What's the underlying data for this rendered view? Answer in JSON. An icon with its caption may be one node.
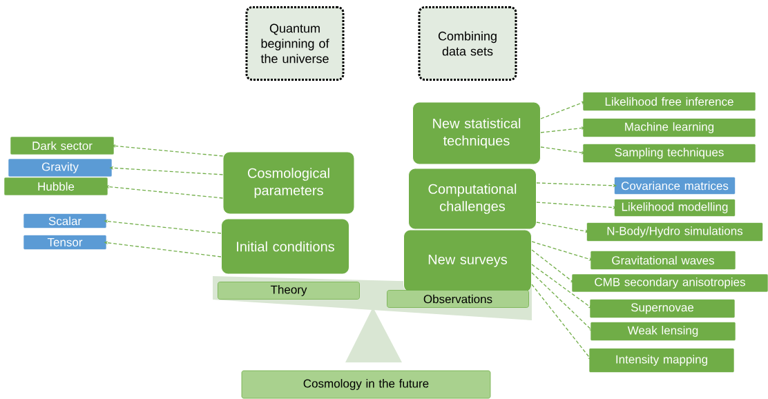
{
  "diagram": {
    "nodes": [
      {
        "text": [
          "Quantum beginning of the universe"
        ]
      },
      {
        "text": [
          "Combining data sets"
        ]
      },
      {
        "text": [
          "Cosmological parameters"
        ]
      },
      {
        "text": [
          "Initial conditions"
        ]
      },
      {
        "text": [
          "New statistical techniques"
        ]
      },
      {
        "text": [
          "Computational challenges"
        ]
      },
      {
        "text": [
          "New surveys"
        ]
      },
      {
        "text": [
          "Theory"
        ]
      },
      {
        "text": [
          "Observations"
        ]
      },
      {
        "text": [
          "Cosmology in the future"
        ]
      },
      {
        "text": [
          "Dark sector"
        ]
      },
      {
        "text": [
          "Gravity"
        ]
      },
      {
        "text": [
          "Hubble"
        ]
      },
      {
        "text": [
          "Scalar"
        ]
      },
      {
        "text": [
          "Tensor"
        ]
      },
      {
        "text": [
          "Likelihood free inference"
        ]
      },
      {
        "text": [
          "Machine learning"
        ]
      },
      {
        "text": [
          "Sampling techniques"
        ]
      },
      {
        "text": [
          "Covariance matrices"
        ]
      },
      {
        "text": [
          "Likelihood modelling"
        ]
      },
      {
        "text": [
          "N-Body/Hydro simulations"
        ]
      },
      {
        "text": [
          "Gravitational waves"
        ]
      },
      {
        "text": [
          "CMB secondary anisotropies"
        ]
      },
      {
        "text": [
          "Supernovae"
        ]
      },
      {
        "text": [
          "Weak lensing"
        ]
      },
      {
        "text": [
          "Intensity mapping"
        ]
      }
    ],
    "edges": [
      {
        "from": 2,
        "to": 10,
        "arrow": "to"
      },
      {
        "from": 2,
        "to": 11,
        "arrow": "to"
      },
      {
        "from": 2,
        "to": 12,
        "arrow": "to"
      },
      {
        "from": 3,
        "to": 13,
        "arrow": "to"
      },
      {
        "from": 3,
        "to": 14,
        "arrow": "to"
      },
      {
        "from": 4,
        "to": 15,
        "arrow": "to"
      },
      {
        "from": 4,
        "to": 16,
        "arrow": "to"
      },
      {
        "from": 4,
        "to": 17,
        "arrow": "to"
      },
      {
        "from": 5,
        "to": 18,
        "arrow": "to"
      },
      {
        "from": 5,
        "to": 19,
        "arrow": "to"
      },
      {
        "from": 5,
        "to": 20,
        "arrow": "to"
      },
      {
        "from": 6,
        "to": 21,
        "arrow": "to"
      },
      {
        "from": 6,
        "to": 22,
        "arrow": "to"
      },
      {
        "from": 6,
        "to": 23,
        "arrow": "to"
      },
      {
        "from": 6,
        "to": 24,
        "arrow": "to"
      },
      {
        "from": 6,
        "to": 25,
        "arrow": "to"
      }
    ]
  }
}
